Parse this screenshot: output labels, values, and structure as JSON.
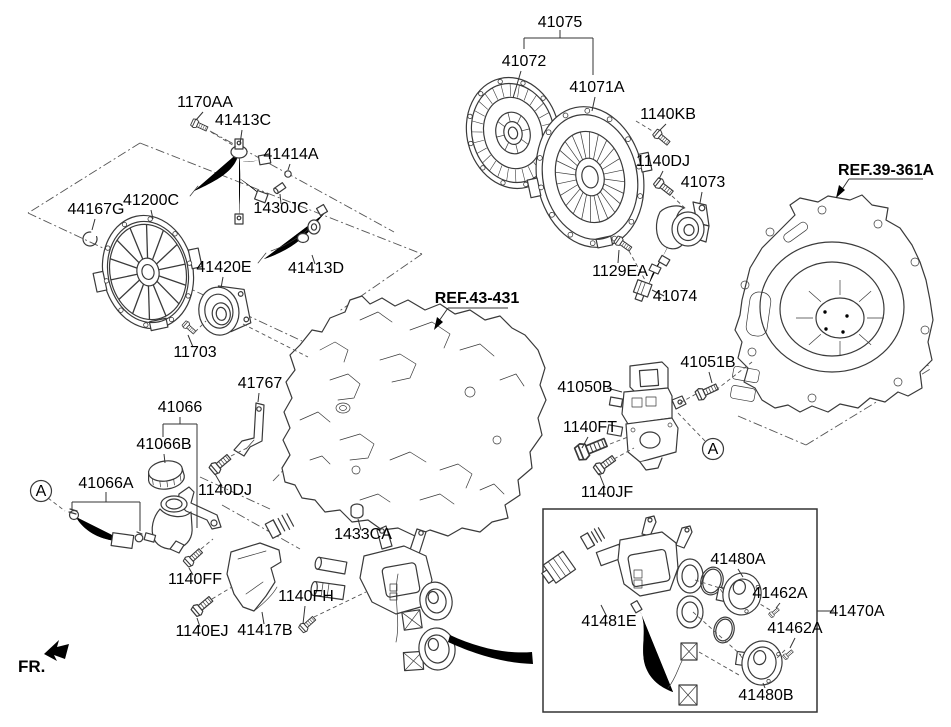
{
  "figure": {
    "fr_label": "FR.",
    "callout_a": "A"
  },
  "refs": {
    "transaxle": "REF.43-431",
    "engine": "REF.39-361A"
  },
  "parts": {
    "p41075": "41075",
    "p41072": "41072",
    "p41071a": "41071A",
    "p1140kb": "1140KB",
    "p1140dj": "1140DJ",
    "p41073": "41073",
    "p1170aa": "1170AA",
    "p41413c": "41413C",
    "p41414a": "41414A",
    "p44167g": "44167G",
    "p41200c": "41200C",
    "p1430jc": "1430JC",
    "p41413d": "41413D",
    "p41420e": "41420E",
    "p11703": "11703",
    "p1129ea": "1129EA",
    "p41074": "41074",
    "p41050b": "41050B",
    "p41051b": "41051B",
    "p1140ft": "1140FT",
    "p1140jf": "1140JF",
    "p41066": "41066",
    "p41767": "41767",
    "p41066b": "41066B",
    "p41066a": "41066A",
    "p1433ca": "1433CA",
    "p1140ff": "1140FF",
    "p1140fh": "1140FH",
    "p1140ej": "1140EJ",
    "p41417b": "41417B",
    "p41480a": "41480A",
    "p41462a": "41462A",
    "p41470a": "41470A",
    "p41481e": "41481E",
    "p41480b": "41480B"
  }
}
